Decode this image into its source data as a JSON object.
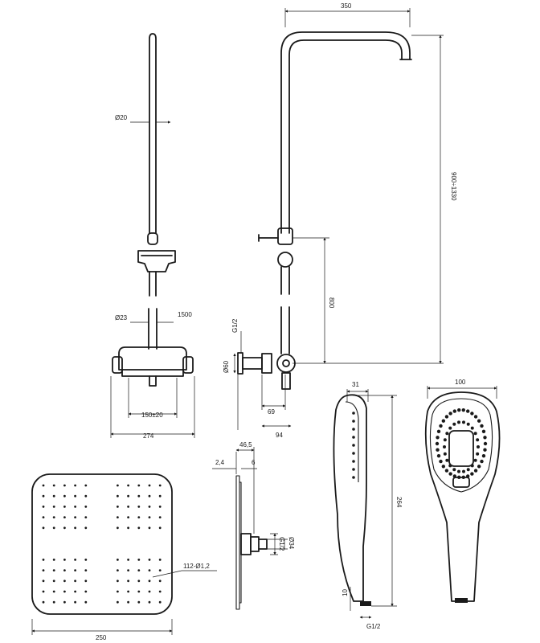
{
  "dimensions": {
    "top_width": "350",
    "height_range": "900÷1330",
    "rail_diameter": "Ø20",
    "bar_diameter": "Ø23",
    "rail_length": "1500",
    "outlet_height": "800",
    "connection_thread": "G1/2",
    "rosette_diameter": "Ø60",
    "projection_69": "69",
    "projection_94": "94",
    "spacing": "150±20",
    "mixer_width": "274",
    "head_thickness": "46,5",
    "plate_2_4": "2,4",
    "plate_6": "6",
    "arm_diameter": "Ø34",
    "arm_thread": "G1/2",
    "nozzles": "112-Ø1,2",
    "head_width": "250",
    "hand_depth": "31",
    "hand_length": "264",
    "hand_neck": "10",
    "hand_thread": "G1/2",
    "hand_width": "100"
  }
}
